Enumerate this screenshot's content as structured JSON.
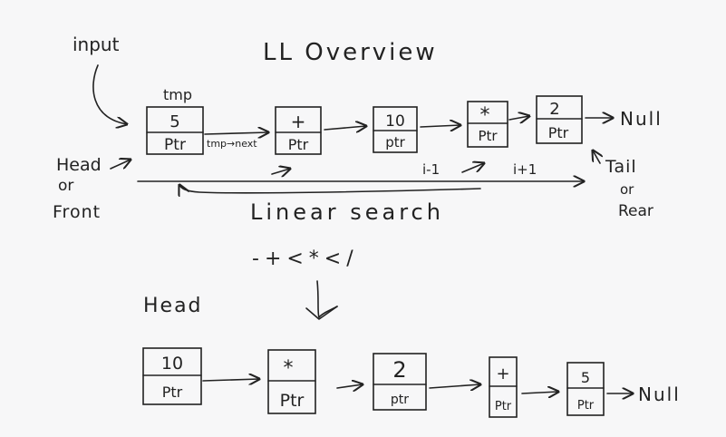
{
  "title": "LL Overview",
  "input_label": "input",
  "top_list": {
    "tmp_label": "tmp",
    "tmp_next_label": "tmp→next",
    "nodes": [
      {
        "value": "5",
        "ptr": "Ptr"
      },
      {
        "value": "+",
        "ptr": "Ptr"
      },
      {
        "value": "10",
        "ptr": "ptr"
      },
      {
        "value": "*",
        "ptr": "Ptr"
      },
      {
        "value": "2",
        "ptr": "Ptr"
      }
    ],
    "null_label": "Null"
  },
  "head_label": [
    "Head",
    "or",
    "Front"
  ],
  "tail_label": [
    "Tail",
    "or",
    "Rear"
  ],
  "i_minus_1": "i-1",
  "i_plus_1": "i+1",
  "search_label": "Linear search",
  "expression": "-+<*</",
  "bottom_head": "Head",
  "bottom_list": {
    "nodes": [
      {
        "value": "10",
        "ptr": "Ptr"
      },
      {
        "value": "*",
        "ptr": "Ptr"
      },
      {
        "value": "2",
        "ptr": "ptr"
      },
      {
        "value": "+",
        "ptr": "Ptr"
      },
      {
        "value": "5",
        "ptr": "Ptr"
      }
    ],
    "null_label": "Null"
  }
}
